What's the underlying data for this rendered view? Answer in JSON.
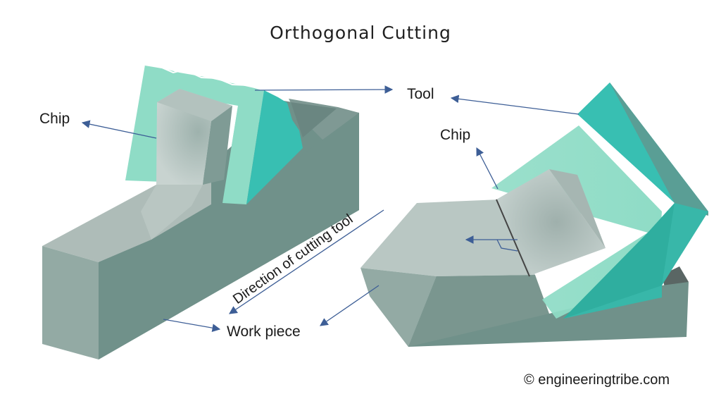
{
  "title": "Orthogonal Cutting",
  "labels": {
    "chip_left": "Chip",
    "tool": "Tool",
    "chip_right": "Chip",
    "direction": "Direction of cutting tool",
    "work_piece": "Work piece"
  },
  "copyright": "© engineeringtribe.com",
  "colors": {
    "workpiece_top": "#aebcb8",
    "workpiece_front": "#93aaa4",
    "workpiece_side": "#70918a",
    "chip_light": "#c3cfcb",
    "chip_shade": "#8fa7a1",
    "tool_light": "#8fdcc6",
    "tool_dark": "#38bfb2",
    "tool_edge": "#5a9e95",
    "arrow": "#3d5e96"
  }
}
